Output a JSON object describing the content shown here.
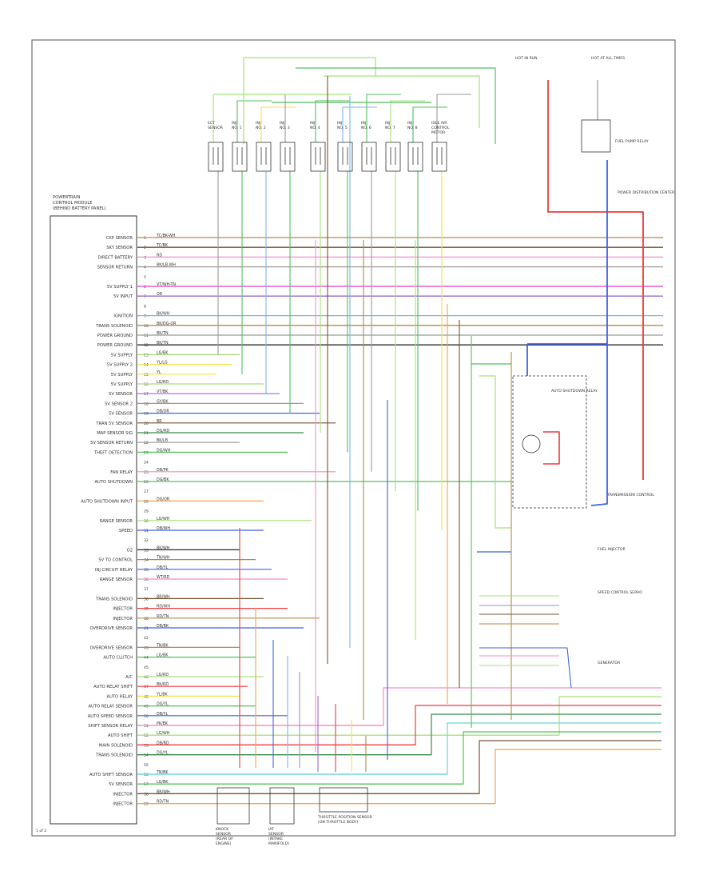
{
  "diagram": {
    "ecm_title": [
      "POWERTRAIN",
      "CONTROL MODULE",
      "(BEHIND BATTERY PANEL)"
    ],
    "ecm_pins": [
      {
        "n": "1",
        "label": "CKP SENSOR",
        "code": "TC/BK-WH"
      },
      {
        "n": "2",
        "label": "SKY SENSOR",
        "code": "TC/BK"
      },
      {
        "n": "3",
        "label": "DIRECT BATTERY",
        "code": "RD"
      },
      {
        "n": "4",
        "label": "SENSOR RETURN",
        "code": "BK/LB-WH"
      },
      {
        "n": "5",
        "label": "",
        "code": ""
      },
      {
        "n": "6",
        "label": "5V SUPPLY 1",
        "code": "VT/WH-TN"
      },
      {
        "n": "7",
        "label": "5V INPUT",
        "code": "OR"
      },
      {
        "n": "8",
        "label": "",
        "code": ""
      },
      {
        "n": "9",
        "label": "IGNITION",
        "code": "BK/WH"
      },
      {
        "n": "10",
        "label": "TRANS SOLENOID",
        "code": "BK/DG-OR"
      },
      {
        "n": "11",
        "label": "POWER GROUND",
        "code": "BK/TN"
      },
      {
        "n": "12",
        "label": "POWER GROUND",
        "code": "BK/TN"
      },
      {
        "n": "13",
        "label": "5V SUPPLY",
        "code": "LG/BK"
      },
      {
        "n": "14",
        "label": "5V SUPPLY 2",
        "code": "YL/LG"
      },
      {
        "n": "15",
        "label": "5V SUPPLY",
        "code": "YL"
      },
      {
        "n": "16",
        "label": "5V SUPPLY",
        "code": "LG/RD"
      },
      {
        "n": "17",
        "label": "5V SENSOR",
        "code": "VT/BK"
      },
      {
        "n": "18",
        "label": "5V SENSOR 2",
        "code": "GY/BK"
      },
      {
        "n": "19",
        "label": "5V SENSOR",
        "code": "DB/OR"
      },
      {
        "n": "20",
        "label": "TRAN 5V SENSOR",
        "code": "BR"
      },
      {
        "n": "21",
        "label": "MAP SENSOR SIG",
        "code": "DG/RD"
      },
      {
        "n": "22",
        "label": "5V SENSOR RETURN",
        "code": "BK/LB"
      },
      {
        "n": "23",
        "label": "THEFT DETECTION",
        "code": "DG/WH"
      },
      {
        "n": "24",
        "label": "",
        "code": ""
      },
      {
        "n": "25",
        "label": "FAN RELAY",
        "code": "DB/PK"
      },
      {
        "n": "26",
        "label": "AUTO SHUTDOWN",
        "code": "DG/BK"
      },
      {
        "n": "27",
        "label": "",
        "code": ""
      },
      {
        "n": "28",
        "label": "AUTO SHUTDOWN INPUT",
        "code": "DG/OR"
      },
      {
        "n": "29",
        "label": "",
        "code": ""
      },
      {
        "n": "30",
        "label": "RANGE SENSOR",
        "code": "LG/WH"
      },
      {
        "n": "31",
        "label": "SPEED",
        "code": "DB/WH"
      },
      {
        "n": "32",
        "label": "",
        "code": ""
      },
      {
        "n": "33",
        "label": "O2",
        "code": "BK/WH"
      },
      {
        "n": "34",
        "label": "5V TO CONTROL",
        "code": "TN/WH"
      },
      {
        "n": "35",
        "label": "INJ CIRCUIT RELAY",
        "code": "DB/YL"
      },
      {
        "n": "36",
        "label": "RANGE SENSOR",
        "code": "WT/RD"
      },
      {
        "n": "37",
        "label": "",
        "code": ""
      },
      {
        "n": "38",
        "label": "TRANS SOLENOID",
        "code": "BR/WH"
      },
      {
        "n": "39",
        "label": "INJECTOR",
        "code": "RD/WH"
      },
      {
        "n": "40",
        "label": "INJECTOR",
        "code": "RD/TN"
      },
      {
        "n": "41",
        "label": "OVERDRIVE SENSOR",
        "code": "DB/BK"
      },
      {
        "n": "42",
        "label": "",
        "code": ""
      },
      {
        "n": "43",
        "label": "OVERDRIVE SENSOR",
        "code": "TN/BK"
      },
      {
        "n": "44",
        "label": "AUTO CLUTCH",
        "code": "LG/BK"
      },
      {
        "n": "45",
        "label": "",
        "code": ""
      },
      {
        "n": "46",
        "label": "A/C",
        "code": "LG/RD"
      },
      {
        "n": "47",
        "label": "AUTO RELAY SHIFT",
        "code": "BK/RD"
      },
      {
        "n": "48",
        "label": "AUTO RELAY",
        "code": "YL/BK"
      },
      {
        "n": "49",
        "label": "AUTO RELAY SENSOR",
        "code": "DG/YL"
      },
      {
        "n": "50",
        "label": "AUTO SPEED SENSOR",
        "code": "DB/YL"
      },
      {
        "n": "51",
        "label": "SHIFT SENSOR RELAY",
        "code": "PK/BK"
      },
      {
        "n": "52",
        "label": "AUTO SHIFT",
        "code": "LG/WH"
      },
      {
        "n": "53",
        "label": "MAIN SOLENOID",
        "code": "DB/RD"
      },
      {
        "n": "54",
        "label": "TRANS SOLENOID",
        "code": "DG/YL"
      },
      {
        "n": "55",
        "label": "",
        "code": ""
      },
      {
        "n": "56",
        "label": "AUTO SHIFT SENSOR",
        "code": "TN/BK"
      },
      {
        "n": "57",
        "label": "5V SENSOR",
        "code": "LG/BK"
      },
      {
        "n": "58",
        "label": "INJECTOR",
        "code": "BR/WH"
      },
      {
        "n": "59",
        "label": "INJECTOR",
        "code": "RD/TN"
      }
    ],
    "top_components": [
      {
        "lines": [
          "ECT",
          "SENSOR"
        ]
      },
      {
        "lines": [
          "INJ",
          "NO. 1"
        ]
      },
      {
        "lines": [
          "INJ",
          "NO. 2"
        ]
      },
      {
        "lines": [
          "INJ",
          "NO. 3"
        ]
      },
      {
        "lines": [
          "INJ",
          "NO. 4"
        ]
      },
      {
        "lines": [
          "INJ",
          "NO. 5"
        ]
      },
      {
        "lines": [
          "INJ",
          "NO. 6"
        ]
      },
      {
        "lines": [
          "INJ",
          "NO. 7"
        ]
      },
      {
        "lines": [
          "INJ",
          "NO. 8"
        ]
      },
      {
        "lines": [
          "IDLE AIR",
          "CONTROL",
          "MOTOR"
        ]
      }
    ],
    "top_right_labels": [
      "HOT IN RUN",
      "HOT AT ALL TIMES"
    ],
    "relay_labels": [
      "FUEL PUMP RELAY",
      "AUTO SHUTDOWN RELAY",
      "POWER DISTRIBUTION CENTER"
    ],
    "bottom_components": [
      {
        "lines": [
          "KNOCK",
          "SENSOR",
          "(REAR OF",
          "ENGINE)"
        ]
      },
      {
        "lines": [
          "IAT",
          "SENSOR",
          "(INTAKE",
          "MANIFOLD)"
        ]
      },
      {
        "lines": [
          "THROTTLE POSITION SENSOR",
          "(ON THROTTLE BODY)"
        ]
      }
    ],
    "right_labels": [
      "TRANSMISSION CONTROL",
      "FUEL INJECTOR",
      "SPEED CONTROL SERVO",
      "GENERATOR"
    ],
    "page_ref": "1 of 2",
    "wire_colors": {
      "tan": "#b08a4a",
      "brown": "#7a5230",
      "red": "#ef3b3b",
      "pink": "#f48cc8",
      "magenta": "#e23cd6",
      "yellow": "#f4e04a",
      "orange": "#f4a24a",
      "blue": "#3f62e6",
      "ltblue": "#7fb4f0",
      "green": "#52c05a",
      "ltgreen": "#a6e07a",
      "gray": "#9a9a9a",
      "black": "#2a2a2a",
      "violet": "#9a6ad6",
      "cyan": "#6ad6d6",
      "dkgreen": "#3a8a4a"
    }
  }
}
